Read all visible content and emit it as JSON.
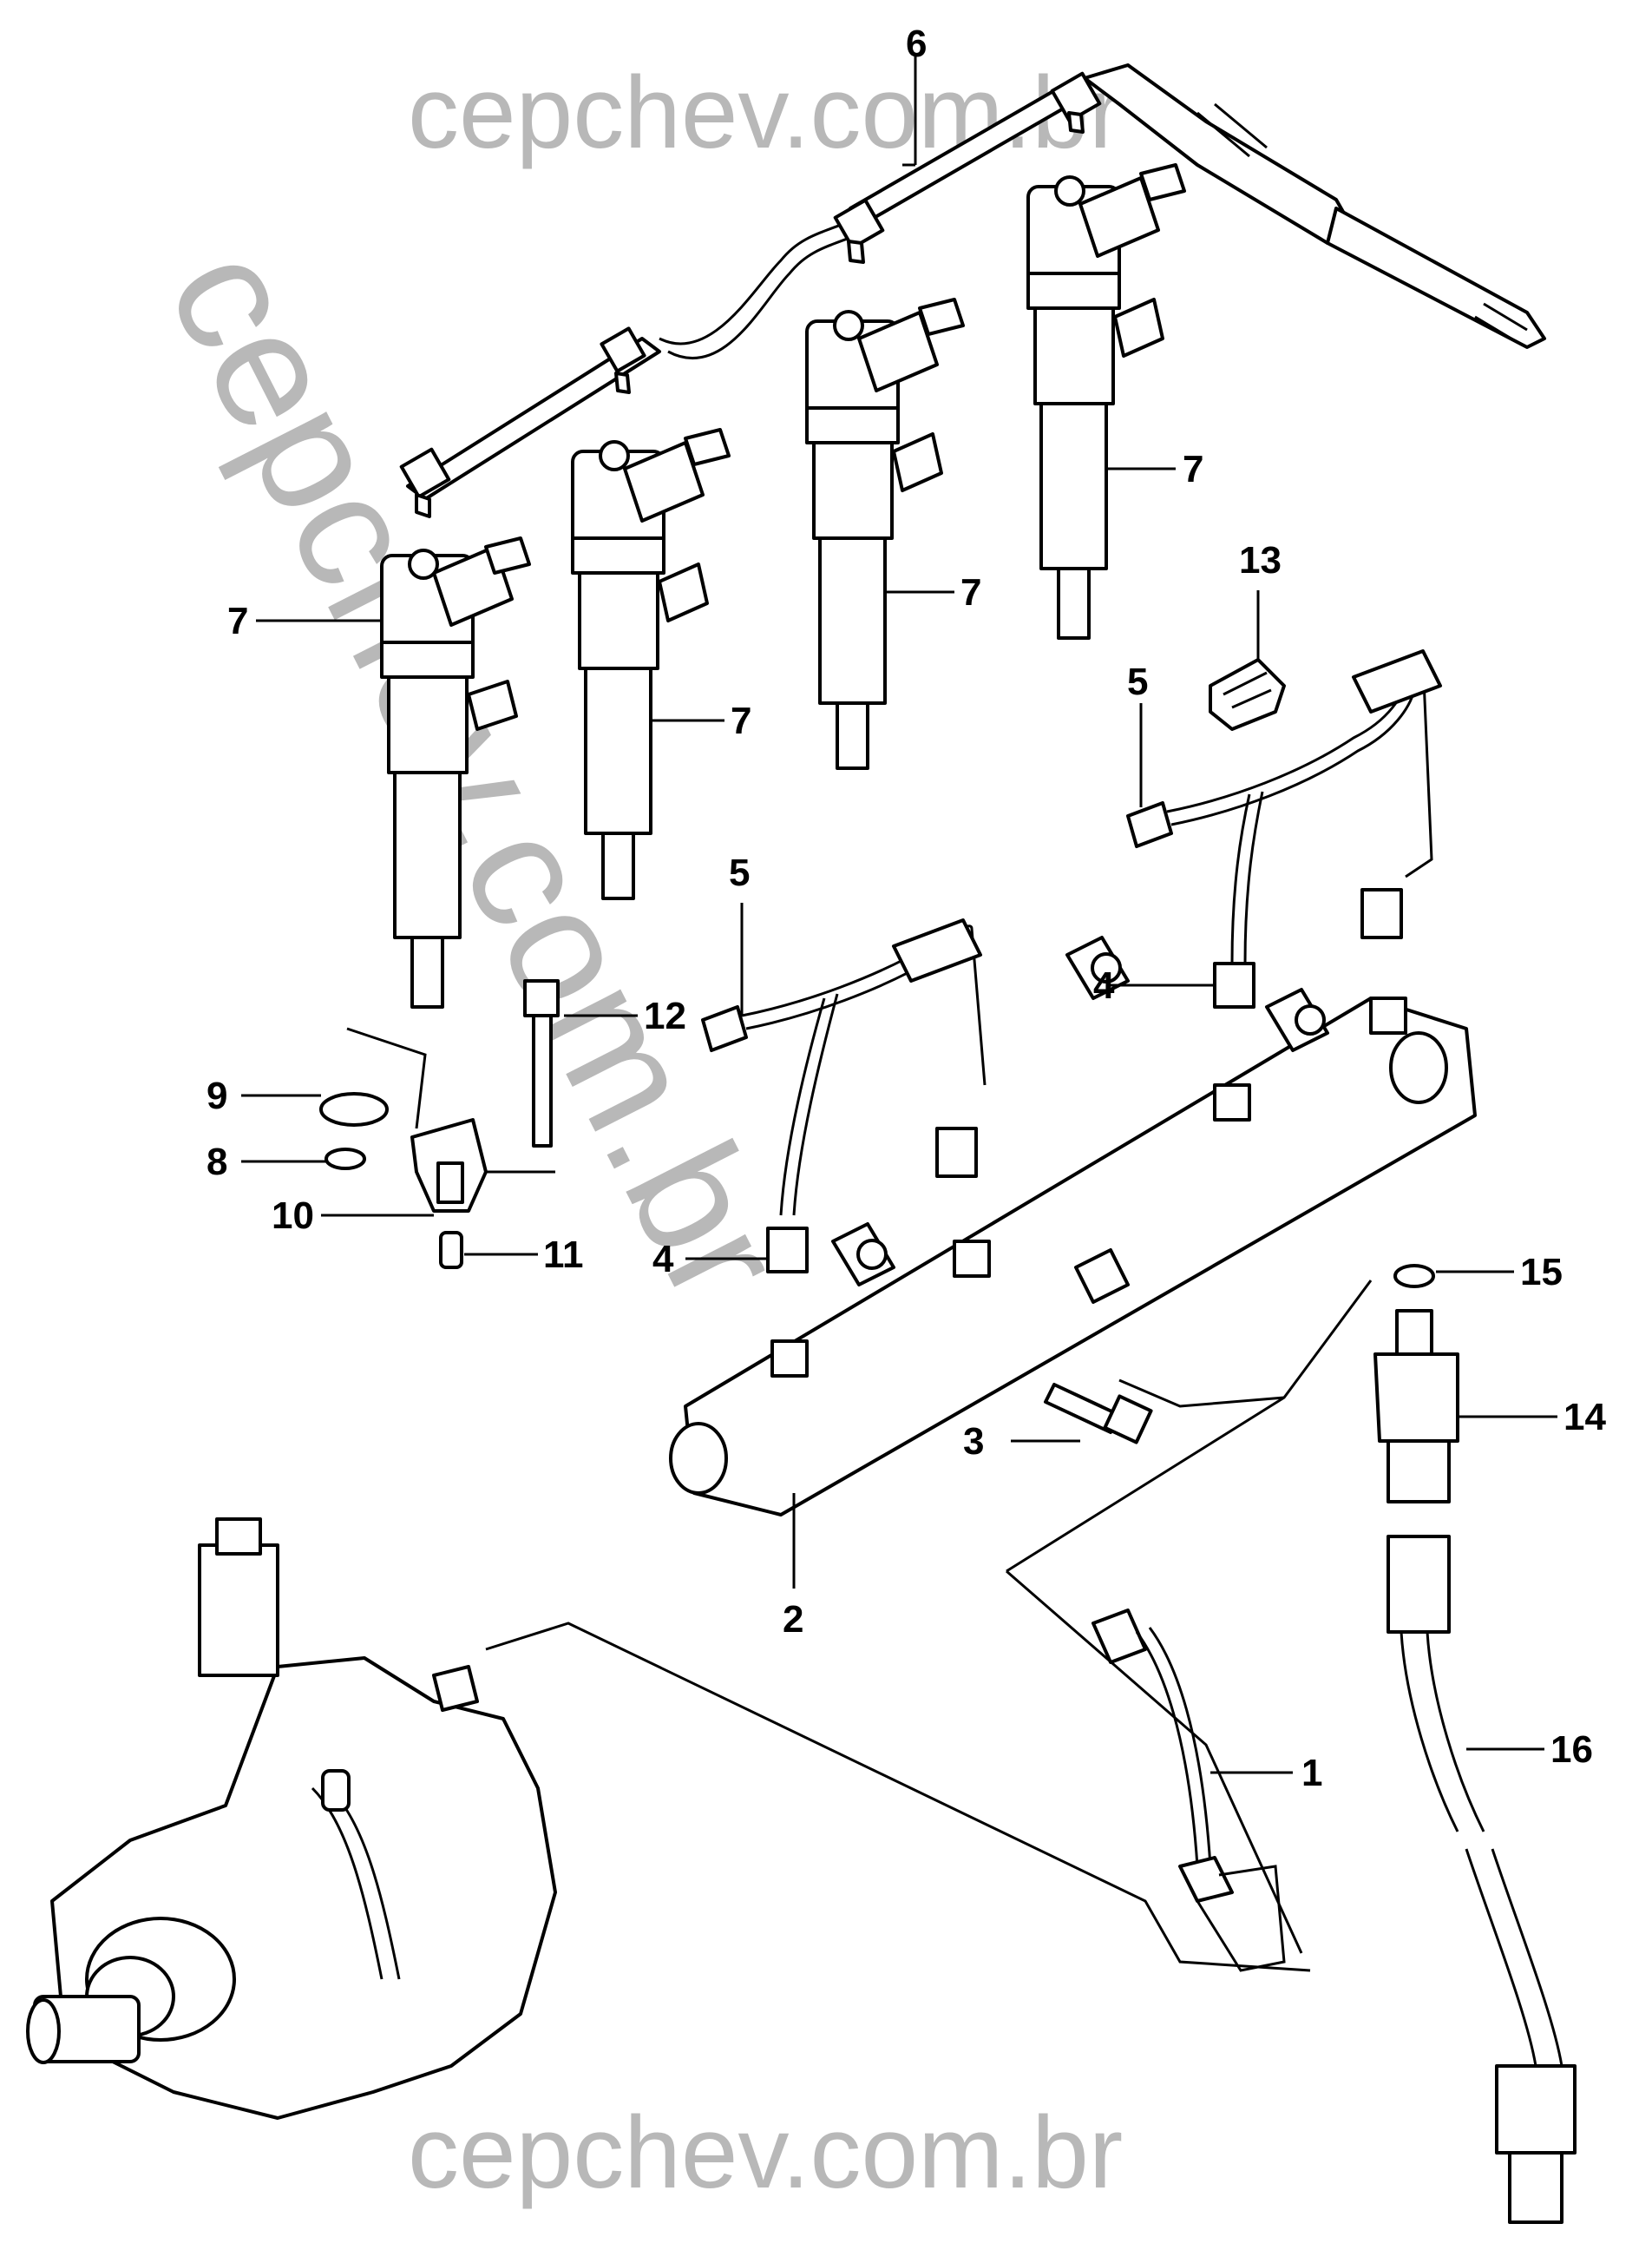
{
  "watermark": {
    "top": "cepchev.com.br",
    "diagonal": "cepchev.com.br",
    "bottom": "cepchev.com.br",
    "color": "#b8b8b8"
  },
  "callouts": {
    "c1": "1",
    "c2": "2",
    "c3": "3",
    "c4a": "4",
    "c4b": "4",
    "c5a": "5",
    "c5b": "5",
    "c6": "6",
    "c7a": "7",
    "c7b": "7",
    "c7c": "7",
    "c7d": "7",
    "c8": "8",
    "c9": "9",
    "c10": "10",
    "c11": "11",
    "c12": "12",
    "c13": "13",
    "c14": "14",
    "c15": "15",
    "c16": "16"
  }
}
